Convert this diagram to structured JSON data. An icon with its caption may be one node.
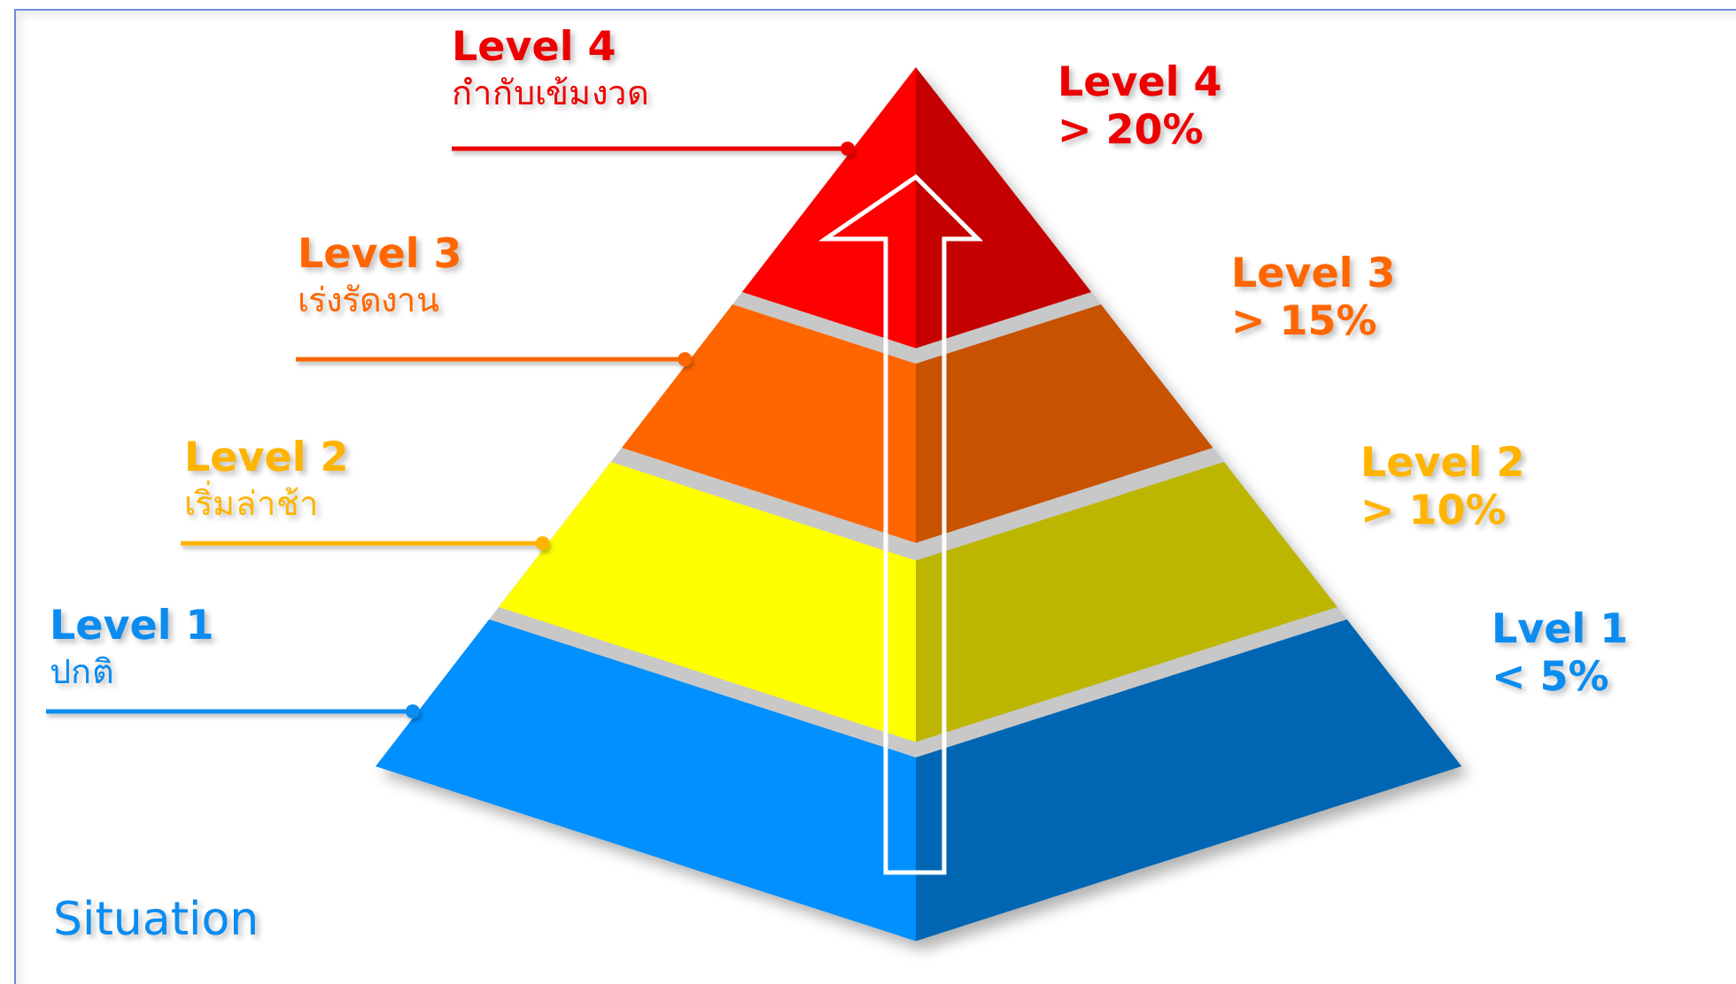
{
  "diagram": {
    "nodes": [
      {
        "text": [
          "Level 4",
          "กำกับเข้มงวด"
        ]
      },
      {
        "text": [],
        "shape": "triangle",
        "beside": [
          "Level 4",
          "> 20%"
        ]
      },
      {
        "text": [
          "Level 3",
          "เร่งรัดงาน"
        ]
      },
      {
        "text": [],
        "shape": "trapezoid",
        "beside": [
          "Level 3",
          "> 15%"
        ]
      },
      {
        "text": [
          "Level 2",
          "เริ่มล่าช้า"
        ]
      },
      {
        "text": [],
        "shape": "trapezoid",
        "beside": [
          "Level 2",
          "> 10%"
        ]
      },
      {
        "text": [
          "Level 1",
          "ปกติ"
        ]
      },
      {
        "text": [],
        "shape": "trapezoid",
        "beside": [
          "Lvel 1",
          "< 5%"
        ]
      }
    ],
    "edges": [
      {
        "from": 0,
        "to": 1,
        "arrow": "other",
        "color": "#ee0000"
      },
      {
        "from": 2,
        "to": 3,
        "arrow": "other",
        "color": "#ff6600"
      },
      {
        "from": 4,
        "to": 5,
        "arrow": "other",
        "color": "#ffb400"
      },
      {
        "from": 6,
        "to": 7,
        "arrow": "other",
        "color": "#0a8cf0"
      }
    ],
    "labels": [
      "Situation"
    ]
  }
}
